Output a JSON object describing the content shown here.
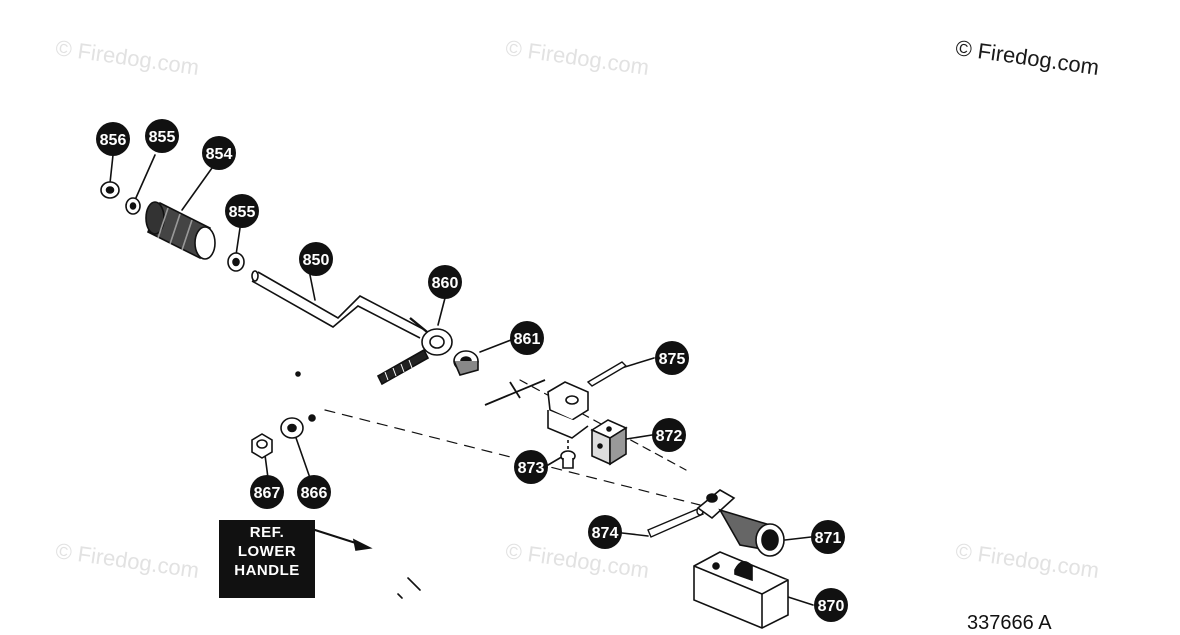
{
  "watermarks": [
    {
      "text": "© Firedog.com",
      "dark": false
    },
    {
      "text": "© Firedog.com",
      "dark": false
    },
    {
      "text": "© Firedog.com",
      "dark": true
    },
    {
      "text": "© Firedog.com",
      "dark": false
    },
    {
      "text": "© Firedog.com",
      "dark": false
    },
    {
      "text": "© Firedog.com",
      "dark": false
    }
  ],
  "callouts": [
    {
      "id": "856"
    },
    {
      "id": "855"
    },
    {
      "id": "854"
    },
    {
      "id": "855"
    },
    {
      "id": "850"
    },
    {
      "id": "860"
    },
    {
      "id": "861"
    },
    {
      "id": "875"
    },
    {
      "id": "872"
    },
    {
      "id": "873"
    },
    {
      "id": "867"
    },
    {
      "id": "866"
    },
    {
      "id": "874"
    },
    {
      "id": "871"
    },
    {
      "id": "870"
    }
  ],
  "reference_label": {
    "line1": "REF.",
    "line2": "LOWER",
    "line3": "HANDLE"
  },
  "part_number": "337666 A",
  "colors": {
    "ink": "#111111",
    "badge": "#111111",
    "badge_text": "#ffffff",
    "watermark": "#e2e2e2"
  }
}
